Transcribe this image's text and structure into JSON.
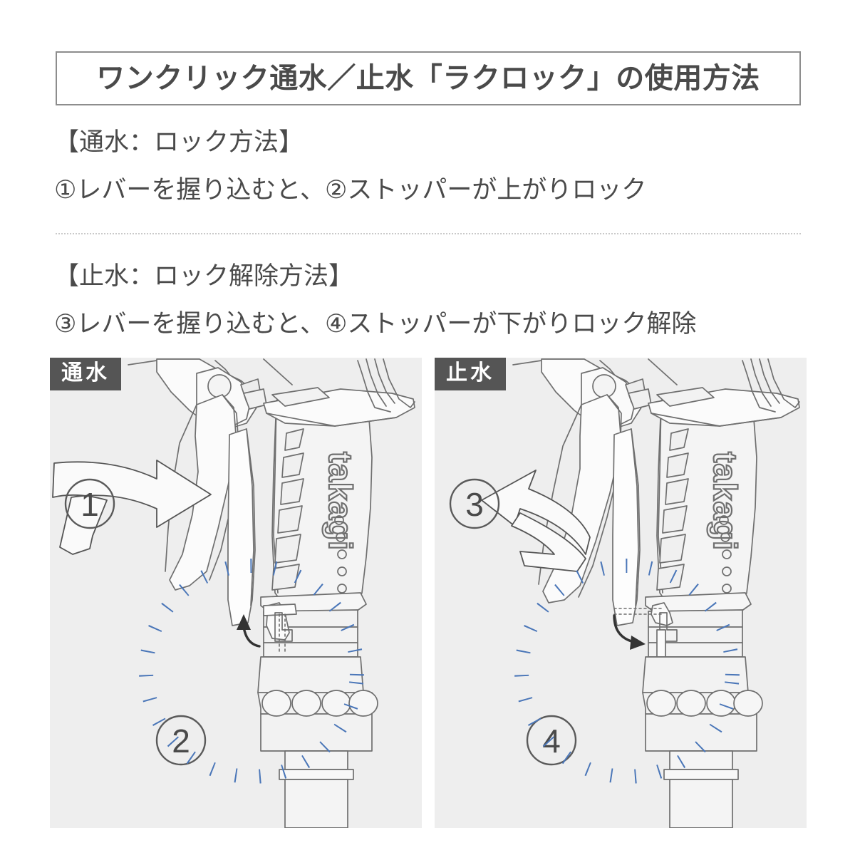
{
  "title": {
    "text": "ワンクリック通水／止水「ラクロック」の使用方法"
  },
  "sections": [
    {
      "heading": "【通水：ロック方法】",
      "line": "①レバーを握り込むと、②ストッパーが上がりロック"
    },
    {
      "heading": "【止水：ロック解除方法】",
      "line": "③レバーを握り込むと、④ストッパーが下がりロック解除"
    }
  ],
  "panels": [
    {
      "badge": "通水",
      "badge_bg": "#555555",
      "badge_fg": "#ffffff",
      "background": "#eeeeee",
      "step_markers": [
        "1",
        "2"
      ],
      "brand_logo": "takagi",
      "highlight_color": "#4a76b8",
      "arrow_direction": "right",
      "stopper_motion": "up"
    },
    {
      "badge": "止水",
      "badge_bg": "#555555",
      "badge_fg": "#ffffff",
      "background": "#eeeeee",
      "step_markers": [
        "3",
        "4"
      ],
      "brand_logo": "takagi",
      "highlight_color": "#4a76b8",
      "arrow_direction": "left",
      "stopper_motion": "down"
    }
  ],
  "colors": {
    "text": "#4a4a4a",
    "border": "#8d8d8d",
    "divider": "#c9c9c9",
    "panel_bg": "#eeeeee",
    "line_art": "#6f6f6f",
    "accent_blue": "#4a76b8",
    "page_bg": "#ffffff"
  }
}
